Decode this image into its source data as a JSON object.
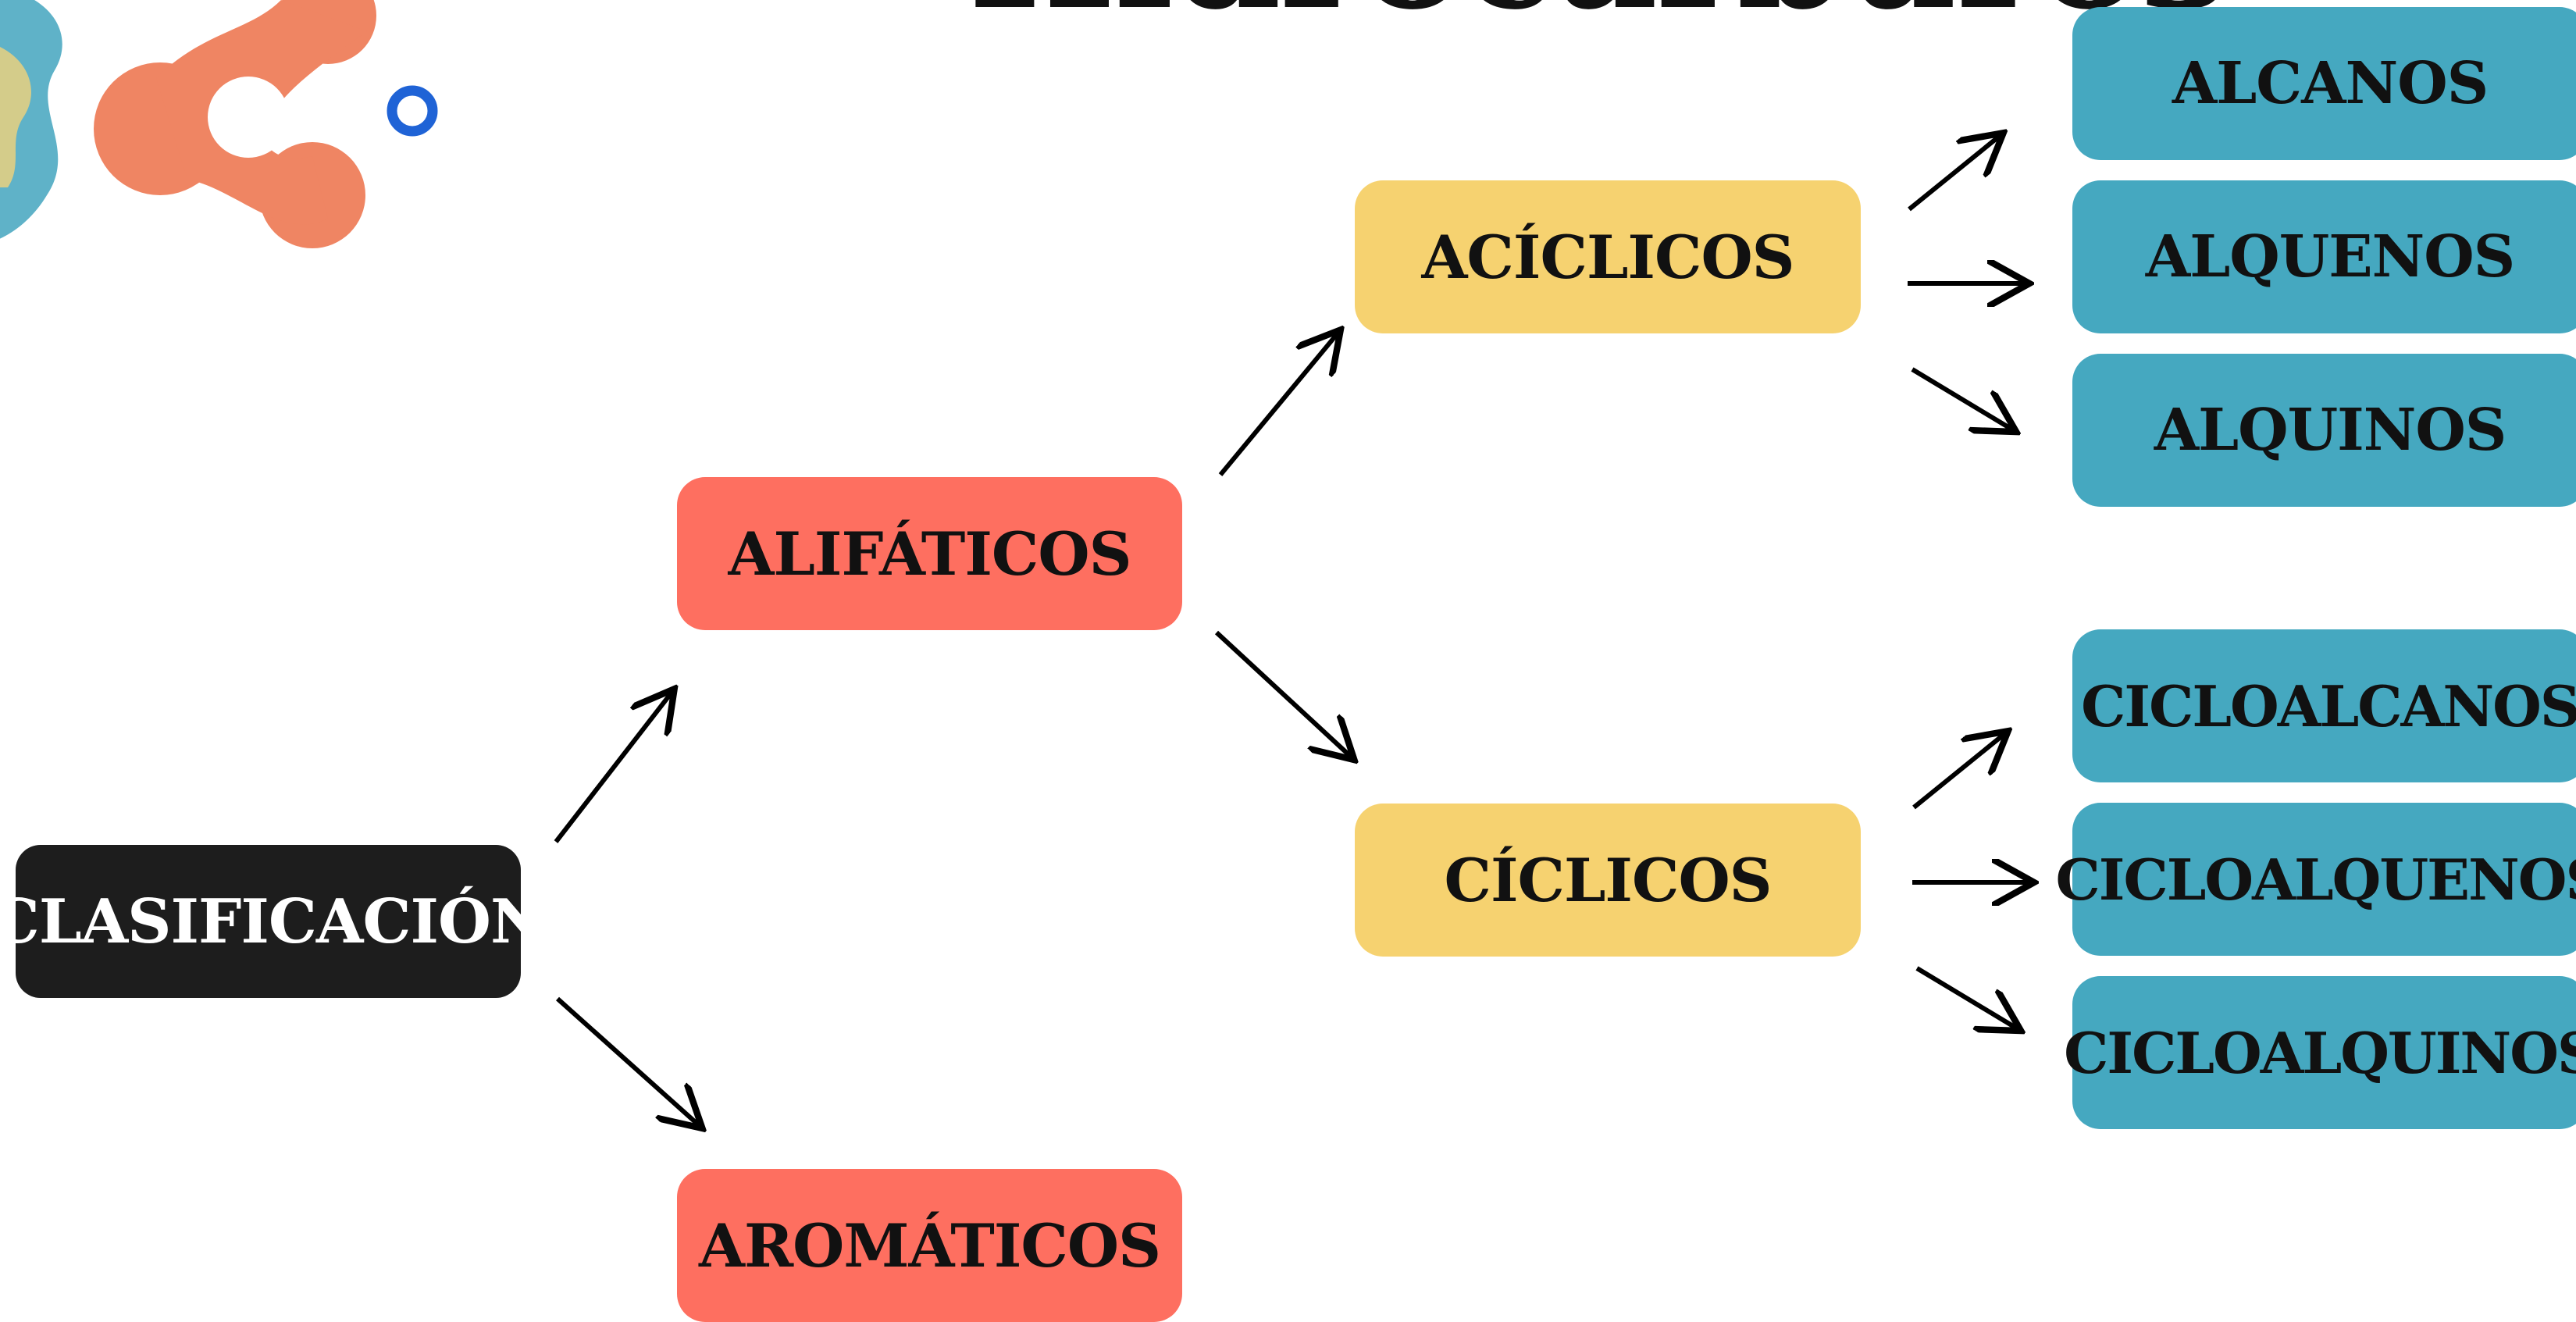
{
  "title": "Hidrocarburos",
  "colors": {
    "root": "#1d1d1d",
    "level1": "#fe6f60",
    "level2": "#f6d270",
    "leaf": "#45a8c0",
    "decor_orange": "#ef8563",
    "decor_teal": "#5fb2c8",
    "decor_yellow": "#f1d27a",
    "decor_blue_ring": "#1f63d6"
  },
  "diagram": {
    "root": "CLASIFICACIÓN",
    "level1": [
      "ALIFÁTICOS",
      "AROMÁTICOS"
    ],
    "level2": [
      "ACÍCLICOS",
      "CÍCLICOS"
    ],
    "acyclic_children": [
      "ALCANOS",
      "ALQUENOS",
      "ALQUINOS"
    ],
    "cyclic_children": [
      "CICLOALCANOS",
      "CICLOALQUENOS",
      "CICLOALQUINOS"
    ]
  },
  "decor": {
    "icon": "molecule-blob-icon"
  }
}
